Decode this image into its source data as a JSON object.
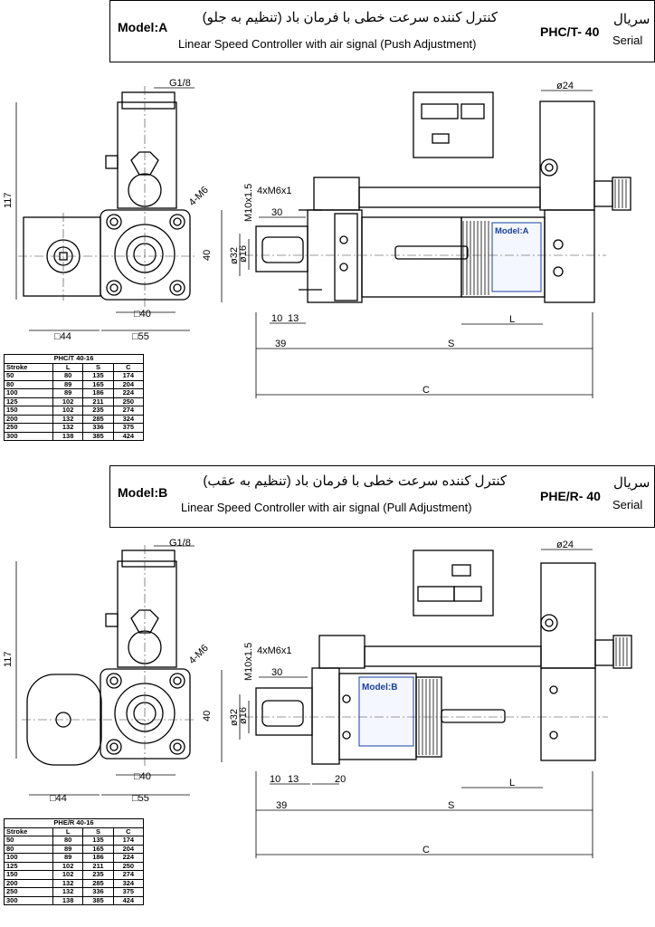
{
  "sheet_a": {
    "model_label": "Model:A",
    "title_fa": "کنترل کننده سرعت خطی با فرمان باد (تنظیم به جلو)",
    "title_en": "Linear Speed Controller with air signal (Push Adjustment)",
    "code": "PHC/T- 40",
    "serial_fa": "سریال",
    "serial_en": "Serial",
    "plate_label": "Model:A",
    "dims": {
      "g18": "G1/8",
      "h117": "117",
      "m6": "4-M6",
      "sq40": "□40",
      "sq44": "□44",
      "sq55": "□55",
      "phi24": "ø24",
      "m10": "M10x1.5",
      "m6x1": "4xM6x1",
      "d30": "30",
      "d40": "40",
      "phi32": "ø32",
      "phi16": "ø16",
      "d10": "10",
      "d13": "13",
      "d39": "39",
      "dS": "S",
      "dL": "L",
      "dC": "C"
    },
    "table": {
      "caption": "PHC/T 40-16",
      "headers": [
        "Stroke",
        "L",
        "S",
        "C"
      ],
      "rows": [
        [
          "50",
          "80",
          "135",
          "174"
        ],
        [
          "80",
          "89",
          "165",
          "204"
        ],
        [
          "100",
          "89",
          "186",
          "224"
        ],
        [
          "125",
          "102",
          "211",
          "250"
        ],
        [
          "150",
          "102",
          "235",
          "274"
        ],
        [
          "200",
          "132",
          "285",
          "324"
        ],
        [
          "250",
          "132",
          "336",
          "375"
        ],
        [
          "300",
          "138",
          "385",
          "424"
        ]
      ]
    }
  },
  "sheet_b": {
    "model_label": "Model:B",
    "title_fa": "کنترل کننده سرعت خطی با فرمان باد (تنظیم به عقب)",
    "title_en": "Linear Speed Controller with air signal (Pull Adjustment)",
    "code": "PHE/R- 40",
    "serial_fa": "سریال",
    "serial_en": "Serial",
    "plate_label": "Model:B",
    "dims": {
      "g18": "G1/8",
      "h117": "117",
      "m6": "4-M6",
      "sq40": "□40",
      "sq44": "□44",
      "sq55": "□55",
      "phi24": "ø24",
      "m10": "M10x1.5",
      "m6x1": "4xM6x1",
      "d30": "30",
      "d40": "40",
      "phi32": "ø32",
      "phi16": "ø16",
      "d10": "10",
      "d13": "13",
      "d20": "20",
      "d39": "39",
      "dS": "S",
      "dL": "L",
      "dC": "C"
    },
    "table": {
      "caption": "PHE/R 40-16",
      "headers": [
        "Stroke",
        "L",
        "S",
        "C"
      ],
      "rows": [
        [
          "50",
          "80",
          "135",
          "174"
        ],
        [
          "80",
          "89",
          "165",
          "204"
        ],
        [
          "100",
          "89",
          "186",
          "224"
        ],
        [
          "125",
          "102",
          "211",
          "250"
        ],
        [
          "150",
          "102",
          "235",
          "274"
        ],
        [
          "200",
          "132",
          "285",
          "324"
        ],
        [
          "250",
          "132",
          "336",
          "375"
        ],
        [
          "300",
          "138",
          "385",
          "424"
        ]
      ]
    }
  },
  "colors": {
    "line": "#000000",
    "center": "#3a3a3a",
    "plate": "#1a3fa0"
  }
}
